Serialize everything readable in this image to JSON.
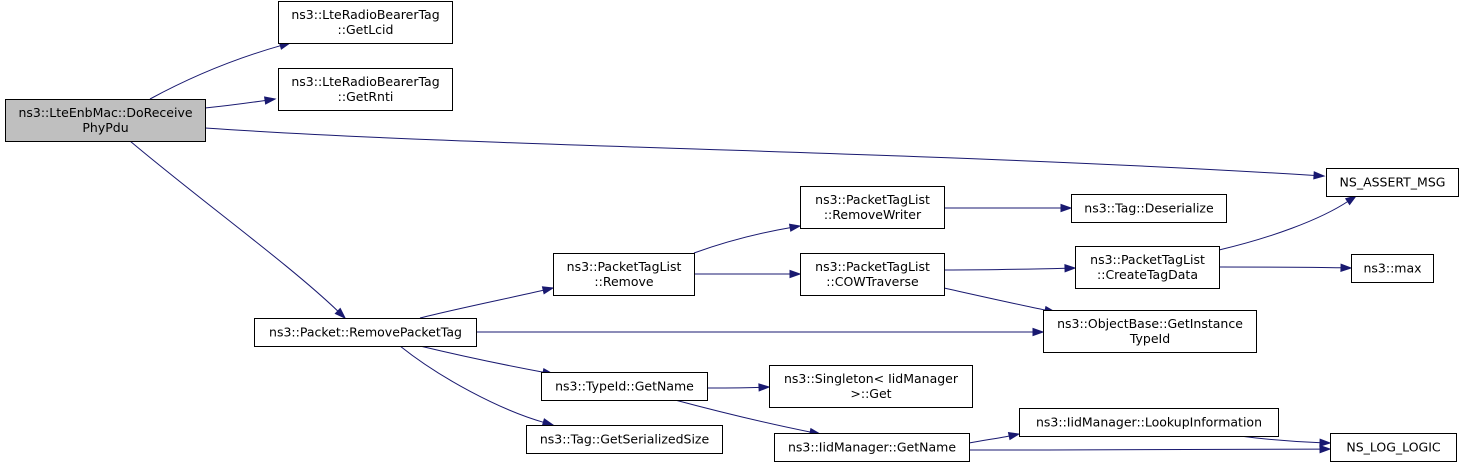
{
  "colors": {
    "edge": "#191970",
    "root_fill": "#bfbfbf",
    "node_fill": "#ffffff",
    "border": "#000000"
  },
  "nodes": [
    {
      "id": "root",
      "lines": [
        "ns3::LteEnbMac::DoReceive",
        "PhyPdu"
      ],
      "root": true
    },
    {
      "id": "getlcid",
      "lines": [
        "ns3::LteRadioBearerTag",
        "::GetLcid"
      ]
    },
    {
      "id": "getrnti",
      "lines": [
        "ns3::LteRadioBearerTag",
        "::GetRnti"
      ]
    },
    {
      "id": "assert",
      "lines": [
        "NS_ASSERT_MSG"
      ]
    },
    {
      "id": "rpt",
      "lines": [
        "ns3::Packet::RemovePacketTag"
      ]
    },
    {
      "id": "ptlremove",
      "lines": [
        "ns3::PacketTagList",
        "::Remove"
      ]
    },
    {
      "id": "removewriter",
      "lines": [
        "ns3::PacketTagList",
        "::RemoveWriter"
      ]
    },
    {
      "id": "deserialize",
      "lines": [
        "ns3::Tag::Deserialize"
      ]
    },
    {
      "id": "cow",
      "lines": [
        "ns3::PacketTagList",
        "::COWTraverse"
      ]
    },
    {
      "id": "createtag",
      "lines": [
        "ns3::PacketTagList",
        "::CreateTagData"
      ]
    },
    {
      "id": "max",
      "lines": [
        "ns3::max"
      ]
    },
    {
      "id": "instancetid",
      "lines": [
        "ns3::ObjectBase::GetInstance",
        "TypeId"
      ]
    },
    {
      "id": "typeidname",
      "lines": [
        "ns3::TypeId::GetName"
      ]
    },
    {
      "id": "singleton",
      "lines": [
        "ns3::Singleton< IidManager",
        ">::Get"
      ]
    },
    {
      "id": "serialsize",
      "lines": [
        "ns3::Tag::GetSerializedSize"
      ]
    },
    {
      "id": "iidname",
      "lines": [
        "ns3::IidManager::GetName"
      ]
    },
    {
      "id": "lookup",
      "lines": [
        "ns3::IidManager::LookupInformation"
      ]
    },
    {
      "id": "loglogic",
      "lines": [
        "NS_LOG_LOGIC"
      ]
    }
  ],
  "edges": [
    {
      "from": "root",
      "to": "getlcid"
    },
    {
      "from": "root",
      "to": "getrnti"
    },
    {
      "from": "root",
      "to": "assert"
    },
    {
      "from": "root",
      "to": "rpt"
    },
    {
      "from": "rpt",
      "to": "ptlremove"
    },
    {
      "from": "rpt",
      "to": "instancetid"
    },
    {
      "from": "rpt",
      "to": "typeidname"
    },
    {
      "from": "rpt",
      "to": "serialsize"
    },
    {
      "from": "ptlremove",
      "to": "removewriter"
    },
    {
      "from": "ptlremove",
      "to": "cow"
    },
    {
      "from": "removewriter",
      "to": "deserialize"
    },
    {
      "from": "cow",
      "to": "createtag"
    },
    {
      "from": "cow",
      "to": "instancetid"
    },
    {
      "from": "createtag",
      "to": "assert"
    },
    {
      "from": "createtag",
      "to": "max"
    },
    {
      "from": "typeidname",
      "to": "singleton"
    },
    {
      "from": "typeidname",
      "to": "iidname"
    },
    {
      "from": "iidname",
      "to": "lookup"
    },
    {
      "from": "iidname",
      "to": "loglogic"
    },
    {
      "from": "lookup",
      "to": "loglogic"
    }
  ]
}
